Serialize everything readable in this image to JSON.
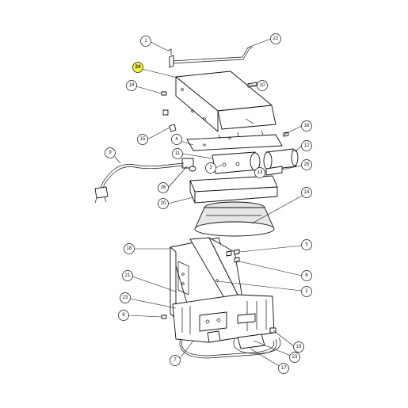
{
  "callouts": [
    {
      "id": "c1",
      "text": "1",
      "highlighted": false
    },
    {
      "id": "c22",
      "text": "22",
      "highlighted": false
    },
    {
      "id": "c24",
      "text": "24",
      "highlighted": true
    },
    {
      "id": "c19",
      "text": "19",
      "highlighted": false
    },
    {
      "id": "c10",
      "text": "10",
      "highlighted": false
    },
    {
      "id": "c16",
      "text": "16",
      "highlighted": false
    },
    {
      "id": "c15",
      "text": "15",
      "highlighted": false
    },
    {
      "id": "c4",
      "text": "4",
      "highlighted": false
    },
    {
      "id": "c12",
      "text": "12",
      "highlighted": false
    },
    {
      "id": "c9",
      "text": "9",
      "highlighted": false
    },
    {
      "id": "c11",
      "text": "11",
      "highlighted": false
    },
    {
      "id": "c3",
      "text": "3",
      "highlighted": false
    },
    {
      "id": "c13",
      "text": "13",
      "highlighted": false
    },
    {
      "id": "c25",
      "text": "25",
      "highlighted": false
    },
    {
      "id": "c26",
      "text": "26",
      "highlighted": false
    },
    {
      "id": "c14",
      "text": "14",
      "highlighted": false
    },
    {
      "id": "c20",
      "text": "20",
      "highlighted": false
    },
    {
      "id": "c18",
      "text": "18",
      "highlighted": false
    },
    {
      "id": "c5",
      "text": "5",
      "highlighted": false
    },
    {
      "id": "c6",
      "text": "6",
      "highlighted": false
    },
    {
      "id": "c21",
      "text": "21",
      "highlighted": false
    },
    {
      "id": "c2",
      "text": "2",
      "highlighted": false
    },
    {
      "id": "c23a",
      "text": "23",
      "highlighted": false
    },
    {
      "id": "c8",
      "text": "8",
      "highlighted": false
    },
    {
      "id": "c19b",
      "text": "19",
      "highlighted": false
    },
    {
      "id": "c7",
      "text": "7",
      "highlighted": false
    },
    {
      "id": "c23b",
      "text": "23",
      "highlighted": false
    },
    {
      "id": "c17",
      "text": "17",
      "highlighted": false
    }
  ],
  "colors": {
    "highlight": "#f4ef3c",
    "line": "#111111",
    "background": "#ffffff"
  }
}
